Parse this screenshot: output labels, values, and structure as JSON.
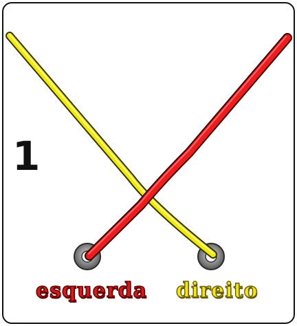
{
  "card": {
    "step_number": "1",
    "labels": {
      "left": "esquerda",
      "right": "direito"
    }
  },
  "laces": {
    "left_lace_color": "#f2ea00",
    "right_lace_color": "#ee1c1c",
    "eyelet_color": "#8a8a8a"
  }
}
